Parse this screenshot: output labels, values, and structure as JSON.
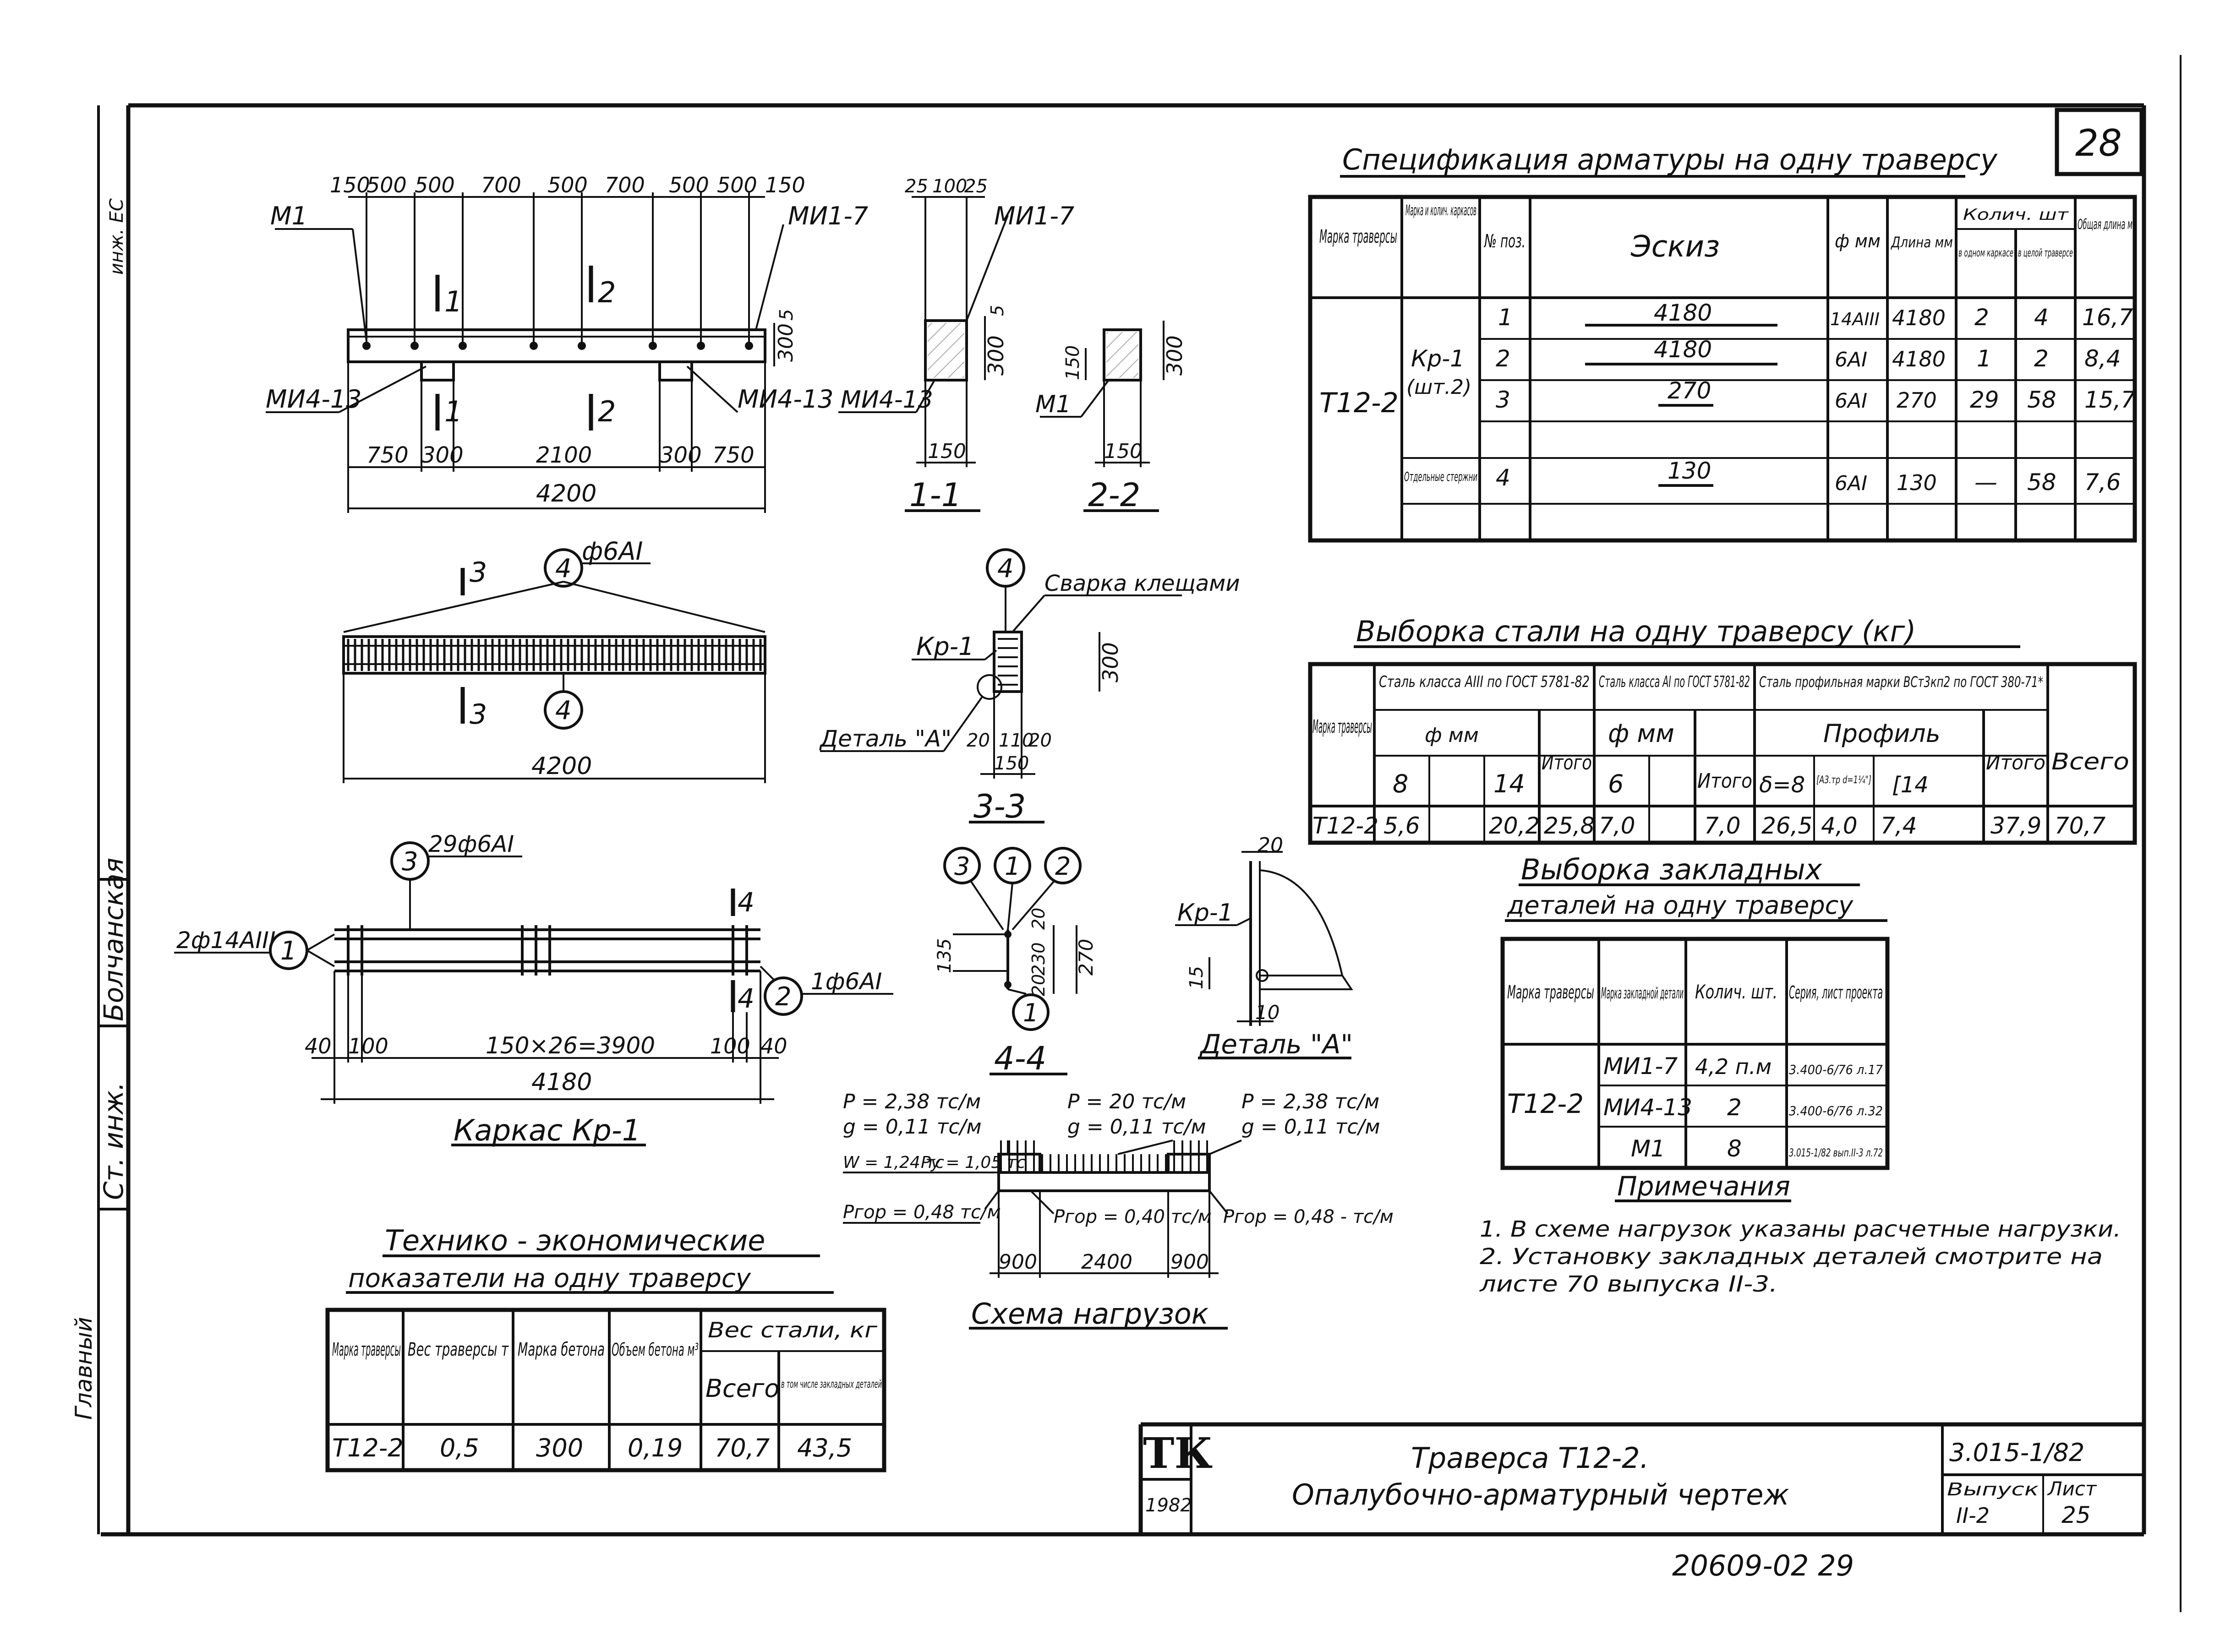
{
  "sheet": {
    "page_number": "28",
    "title_line1": "Траверса Т12-2.",
    "title_line2": "Опалубочно-арматурный чертеж",
    "series": "3.015-1/82",
    "issue_label": "Выпуск",
    "issue_value": "II-2",
    "sheet_label": "Лист",
    "sheet_value": "25",
    "logo": "ТК",
    "year": "1982",
    "doc_number": "20609-02  29",
    "margin_label_1": "Ст. инж.",
    "margin_label_2": "Болчанская",
    "margin_label_3": "Главный",
    "margin_label_4": "инж. ЕС"
  },
  "drawings": {
    "beam": {
      "dims_top": [
        "150",
        "500",
        "500",
        "700",
        "500",
        "700",
        "500",
        "500",
        "150"
      ],
      "dims_bottom": [
        "750",
        "300",
        "2100",
        "300",
        "750"
      ],
      "total": "4200",
      "label_m1": "М1",
      "label_mi17": "МИ1-7",
      "label_mi413_left": "МИ4-13",
      "label_mi413_right": "МИ4-13",
      "height": "300",
      "top_gap": "5",
      "sec1": "1",
      "sec2": "2"
    },
    "section11": {
      "title": "1-1",
      "dims_top": [
        "25",
        "100",
        "25"
      ],
      "width": "150",
      "height": "300",
      "gap": "5",
      "label_mi17": "МИ1-7",
      "label_mi413": "МИ4-13"
    },
    "section22": {
      "title": "2-2",
      "width": "150",
      "height": "300",
      "small": "150",
      "label_m1": "М1"
    },
    "rebar_view": {
      "total": "4200",
      "callout": "4",
      "callout_label": "ф6АI",
      "sec": "3"
    },
    "section33": {
      "title": "3-3",
      "label_kr": "Кр-1",
      "weld": "Сварка клещами",
      "detail": "Деталь \"А\"",
      "height": "300",
      "dims": [
        "20",
        "110",
        "20"
      ],
      "width": "150",
      "callout": "4"
    },
    "frame": {
      "caption": "Каркас Кр-1",
      "pos1_label": "2ф14АIII",
      "pos2_label": "1ф6АI",
      "pos3_label": "29ф6АI",
      "dims": [
        "40",
        "100",
        "150×26=3900",
        "100",
        "40"
      ],
      "total": "4180",
      "sec": "4",
      "c1": "1",
      "c2": "2",
      "c3": "3"
    },
    "section44": {
      "title": "4-4",
      "dims": [
        "20",
        "230",
        "20"
      ],
      "total": "270",
      "left": "135",
      "c1": "1",
      "c2": "2",
      "c3": "3"
    },
    "detailA": {
      "title": "Деталь \"А\"",
      "label_kr": "Кр-1",
      "top": "20",
      "side": "15",
      "bottom": "10"
    },
    "loads": {
      "caption": "Схема нагрузок",
      "left_p": "P = 2,38 тс/м",
      "left_g": "g = 0,11 тс/м",
      "mid_p": "P = 20 тс/м",
      "mid_g": "g = 0,11 тс/м",
      "right_p": "P = 2,38 тс/м",
      "right_g": "g = 0,11 тс/м",
      "w": "W = 1,24 тс",
      "py": "Py = 1,05 тс",
      "pgor_left": "Pгор = 0,48 тс/м",
      "pgor_mid": "Pгор = 0,40 тс/м",
      "pgor_right": "Pгор = 0,48 - тс/м",
      "dims": [
        "900",
        "2400",
        "900"
      ]
    }
  },
  "spec_table": {
    "title": "Спецификация арматуры на одну траверсу",
    "headers": {
      "mark": "Марка траверсы",
      "frames": "Марка и колич. каркасов",
      "pos": "№ поз.",
      "sketch": "Эскиз",
      "dia": "ф мм",
      "len": "Длина мм",
      "qty": "Колич. шт",
      "qty_one": "в одном каркасе",
      "qty_all": "в целой траверсе",
      "total_len": "Общая длина м"
    },
    "mark_value": "Т12-2",
    "frame_value": "Кр-1",
    "frame_count": "(шт.2)",
    "separate": "Отдельные стержни",
    "rows": [
      {
        "pos": "1",
        "sketch": "4180",
        "dia": "14АIII",
        "len": "4180",
        "q1": "2",
        "q2": "4",
        "total": "16,7"
      },
      {
        "pos": "2",
        "sketch": "4180",
        "dia": "6АI",
        "len": "4180",
        "q1": "1",
        "q2": "2",
        "total": "8,4"
      },
      {
        "pos": "3",
        "sketch": "270",
        "dia": "6АI",
        "len": "270",
        "q1": "29",
        "q2": "58",
        "total": "15,7"
      },
      {
        "pos": "4",
        "sketch": "130",
        "dia": "6АI",
        "len": "130",
        "q1": "—",
        "q2": "58",
        "total": "7,6"
      }
    ]
  },
  "steel_table": {
    "title": "Выборка стали на одну траверсу (кг)",
    "h_mark": "Марка траверсы",
    "h_a3": "Сталь класса АIII по ГОСТ 5781-82",
    "h_a1": "Сталь класса АI по ГОСТ 5781-82",
    "h_prof": "Сталь профильная марки ВСт3кп2 по ГОСТ 380-71*",
    "h_phi": "ф мм",
    "h_profile": "Профиль",
    "h_itogo": "Итого",
    "h_total": "Всего",
    "sub": [
      "8",
      "",
      "14",
      "6",
      "δ=8",
      "[А3.тр d=1¼\"]",
      "[14"
    ],
    "row": [
      "Т12-2",
      "5,6",
      "",
      "20,2",
      "25,8",
      "7,0",
      "",
      "7,0",
      "26,5",
      "4,0",
      "7,4",
      "",
      "37,9",
      "70,7"
    ]
  },
  "embedded_table": {
    "title1": "Выборка закладных",
    "title2": "деталей на одну траверсу",
    "headers": [
      "Марка траверсы",
      "Марка закладной детали",
      "Колич. шт.",
      "Серия, лист проекта"
    ],
    "mark": "Т12-2",
    "rows": [
      {
        "part": "МИ1-7",
        "qty": "4,2 п.м",
        "series": "3.400-6/76 л.17"
      },
      {
        "part": "МИ4-13",
        "qty": "2",
        "series": "3.400-6/76 л.32"
      },
      {
        "part": "М1",
        "qty": "8",
        "series": "3.015-1/82 вып.II-3 л.72"
      }
    ]
  },
  "notes": {
    "title": "Примечания",
    "lines": [
      "1. В схеме нагрузок указаны расчетные нагрузки.",
      "2. Установку закладных деталей смотрите на",
      "    листе 70 выпуска II-3."
    ]
  },
  "tech_table": {
    "title1": "Технико - экономические",
    "title2": "показатели на одну траверсу",
    "headers": [
      "Марка траверсы",
      "Вес траверсы т",
      "Марка бетона",
      "Объем бетона м³",
      "Вес стали, кг",
      "Всего",
      "в том числе закладных деталей"
    ],
    "row": [
      "Т12-2",
      "0,5",
      "300",
      "0,19",
      "70,7",
      "43,5"
    ]
  }
}
